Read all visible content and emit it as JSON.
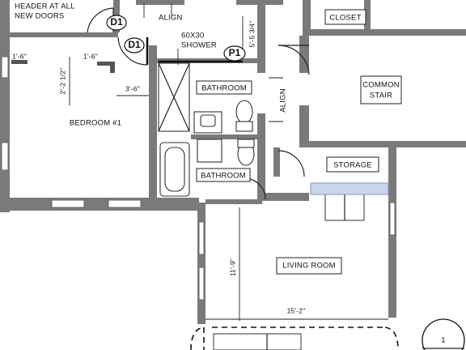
{
  "plan": {
    "rooms": {
      "bedroom": "BEDROOM #1",
      "bathroom_upper": "BATHROOM",
      "bathroom_lower": "BATHROOM",
      "closet": "CLOSET",
      "common_stair_line1": "COMMON",
      "common_stair_line2": "STAIR",
      "storage": "STORAGE",
      "living_room": "LIVING ROOM"
    },
    "notes": {
      "header_line1": "HEADER AT ALL",
      "header_line2": "NEW DOORS",
      "align_top": "ALIGN",
      "align_side": "ALIGN",
      "shower_line1": "60X30",
      "shower_line2": "SHOWER"
    },
    "tags": {
      "door_tag_1": "D1",
      "door_tag_2": "D1",
      "partition_tag": "P1",
      "section_marker": "1"
    },
    "dimensions": {
      "dim_1_6_left": "1'-6\"",
      "dim_1_6_mid": "1'-6\"",
      "dim_2_2_half": "2'-2 1/2\"",
      "dim_3_6": "3'-6\"",
      "dim_5_5_3_4": "5'-5 3/4\"",
      "dim_11_9": "11'-9\"",
      "dim_15_2": "15'-2\""
    }
  }
}
